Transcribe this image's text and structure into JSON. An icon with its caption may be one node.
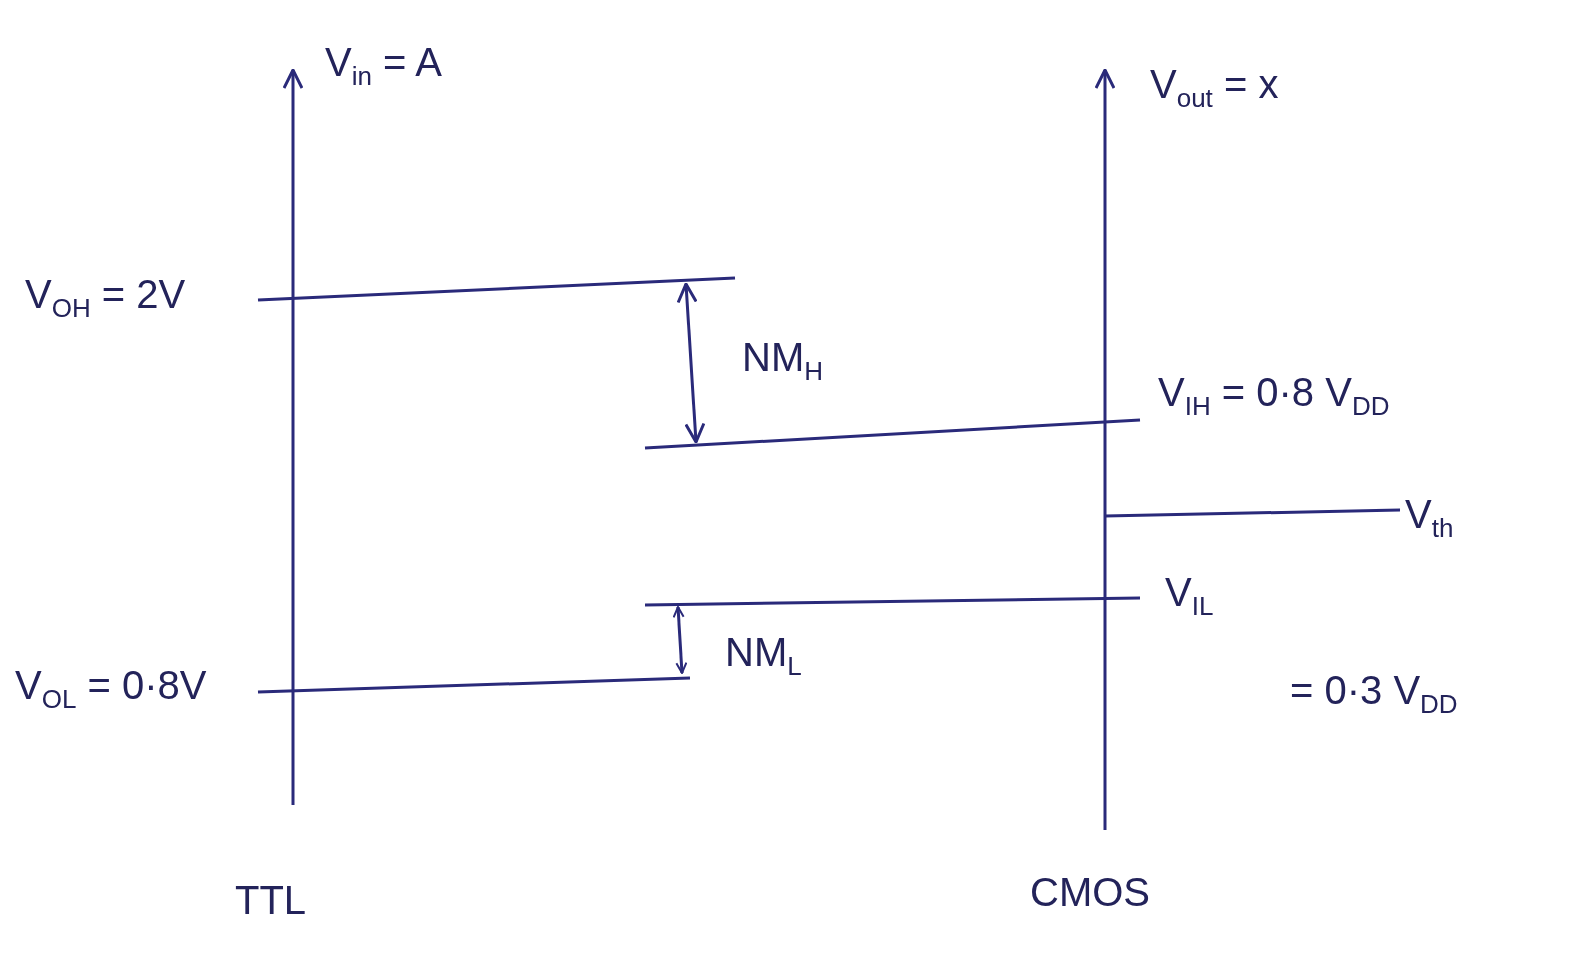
{
  "diagram": {
    "labels": [
      "V$_{in}$ = A",
      "V$_{out}$ = x",
      "V$_{OH}$ = 2V",
      "NM$_{H}$",
      "V$_{IH}$ = 0·8 V$_{DD}$",
      "V$_{th}$",
      "V$_{IL}$",
      "NM$_{L}$",
      "= 0·3 V$_{DD}$",
      "V$_{OL}$ = 0·8V",
      "TTL",
      "CMOS"
    ]
  }
}
